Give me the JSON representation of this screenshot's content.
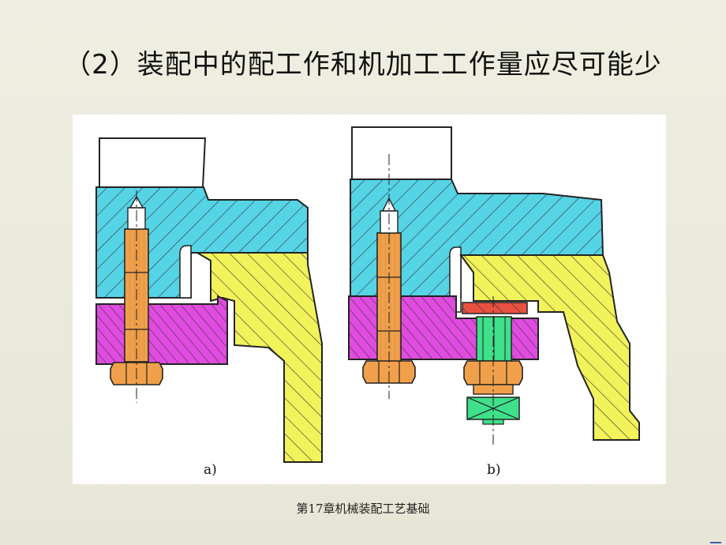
{
  "slide": {
    "title": "（2）装配中的配工作和机加工工作量应尽可能少",
    "footer": "第17章机械装配工艺基础"
  },
  "figure": {
    "label_a": "a)",
    "label_b": "b)"
  },
  "colors": {
    "cyan_part": "#55d4e6",
    "yellow_part": "#f2f25a",
    "magenta_part": "#e04be0",
    "orange_part": "#f0a04a",
    "red_part": "#e85040",
    "green_part": "#3ee08a",
    "outline": "#222222"
  }
}
